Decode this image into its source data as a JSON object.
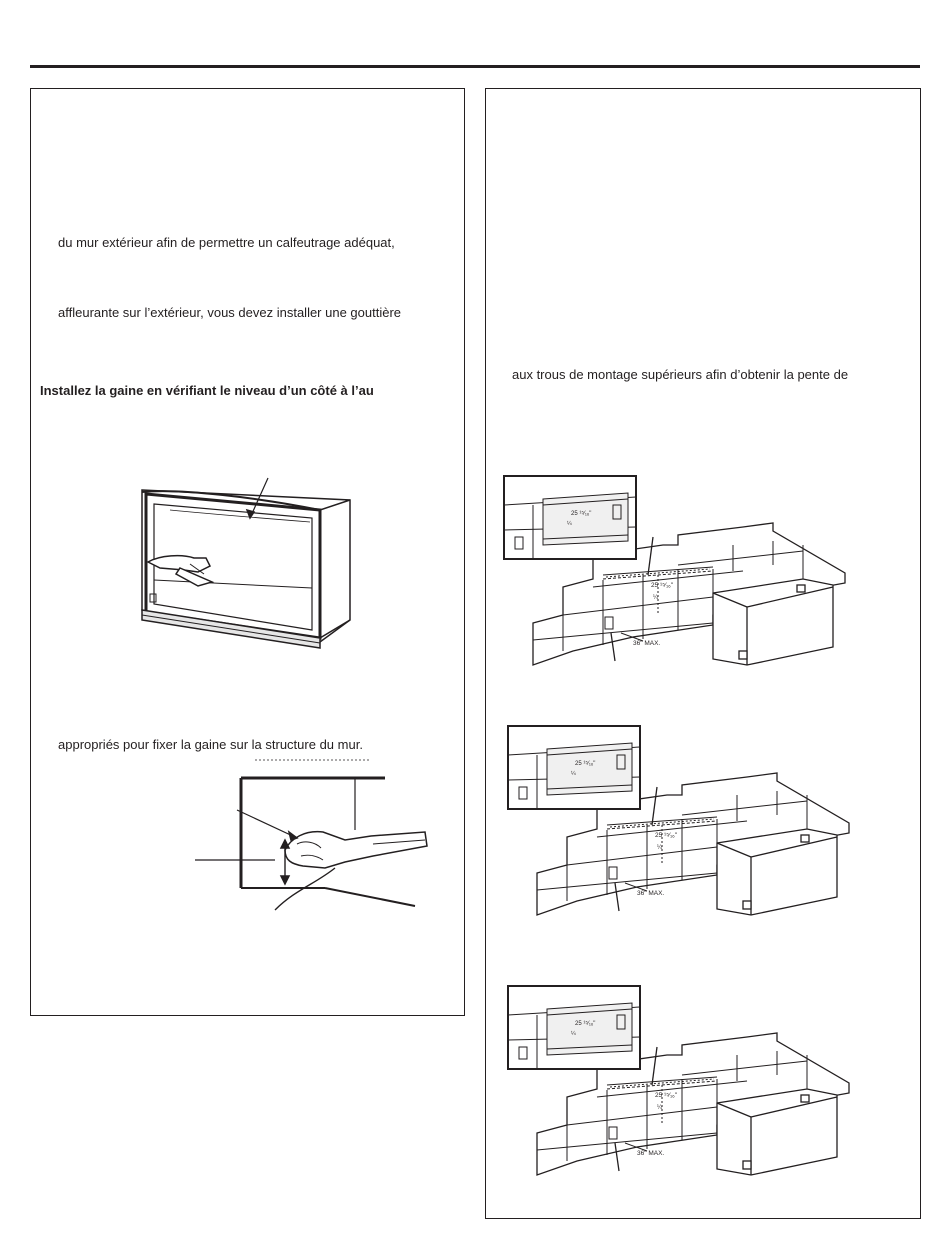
{
  "left": {
    "line1": "du mur extérieur afin de permettre un calfeutrage adéquat,",
    "line2": "affleurante sur l’extérieur, vous devez installer une gouttière",
    "heading": "Installez la gaine en vérifiant le niveau d’un côté à l’au",
    "line3": "appropriés pour fixer la gaine sur la structure du mur."
  },
  "right": {
    "line1": "aux trous de montage supérieurs afin d’obtenir la pente de",
    "dim_width": "25 ¹⁵⁄₁₆\"",
    "dim_fraction": "¼",
    "dim_max": "36\" MAX."
  },
  "icons": {
    "sleeve": "wall-sleeve-illustration",
    "hand": "hand-fastening-illustration",
    "block": "block-wall-illustration"
  }
}
